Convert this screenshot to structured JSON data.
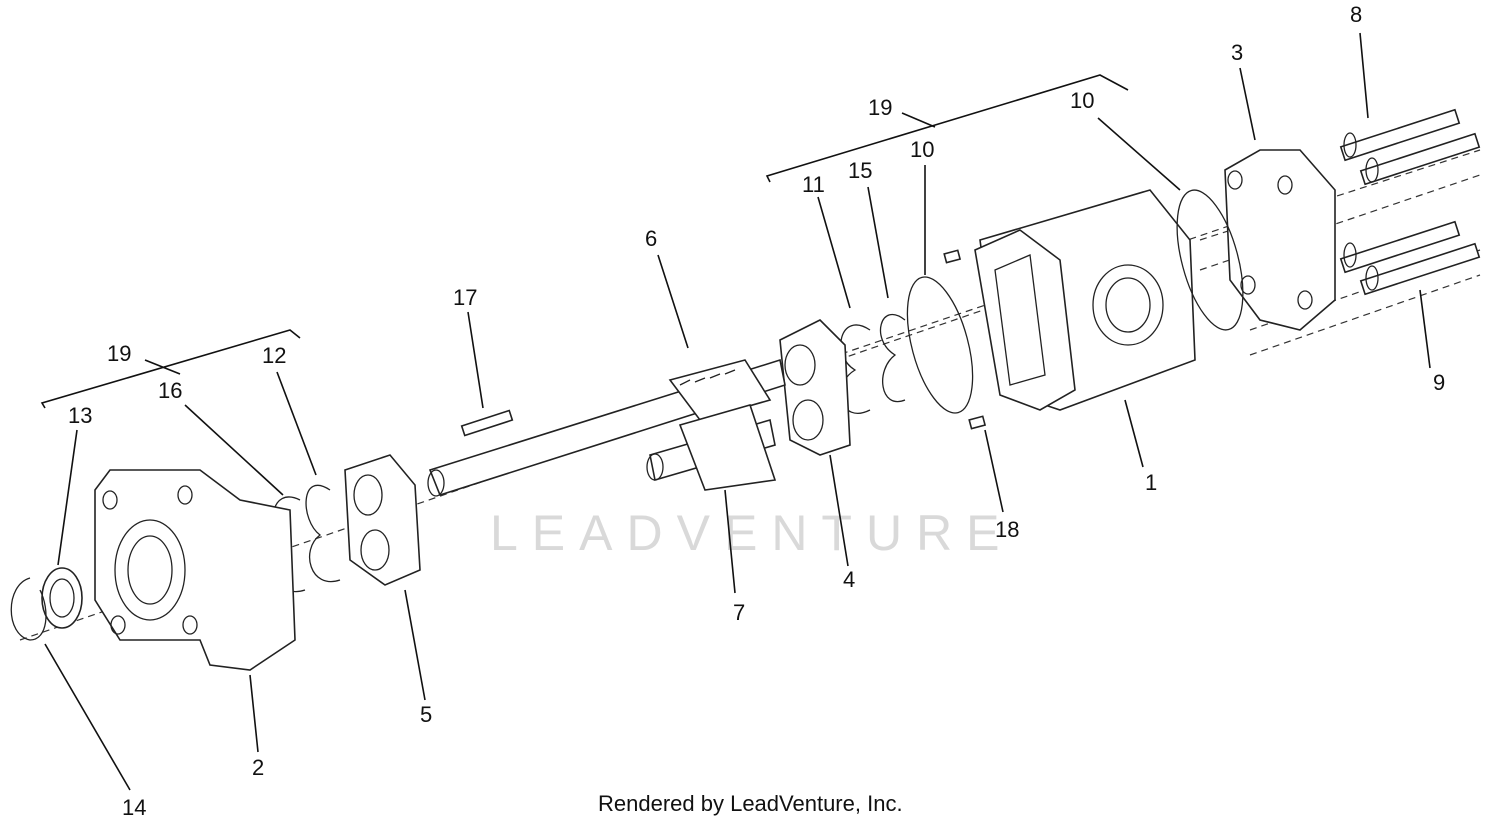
{
  "callouts": {
    "c1": "1",
    "c2": "2",
    "c3": "3",
    "c4": "4",
    "c5": "5",
    "c6": "6",
    "c7": "7",
    "c8": "8",
    "c9": "9",
    "c10a": "10",
    "c10b": "10",
    "c11": "11",
    "c12": "12",
    "c13": "13",
    "c14": "14",
    "c15": "15",
    "c16": "16",
    "c17": "17",
    "c18": "18",
    "c19a": "19",
    "c19b": "19"
  },
  "footer": "Rendered by LeadVenture, Inc.",
  "watermark": "LEADVENTURE"
}
